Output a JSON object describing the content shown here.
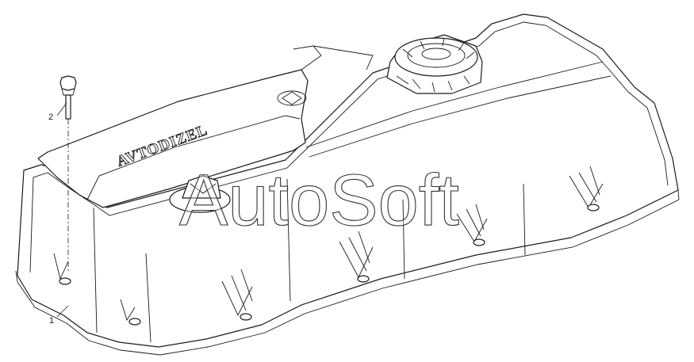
{
  "diagram": {
    "embossed_logo": "AVTODIZEL",
    "watermark": "AutoSoft",
    "callouts": [
      {
        "number": "1"
      },
      {
        "number": "2"
      }
    ],
    "colors": {
      "background": "#ffffff",
      "line": "#1a1a1a"
    }
  }
}
